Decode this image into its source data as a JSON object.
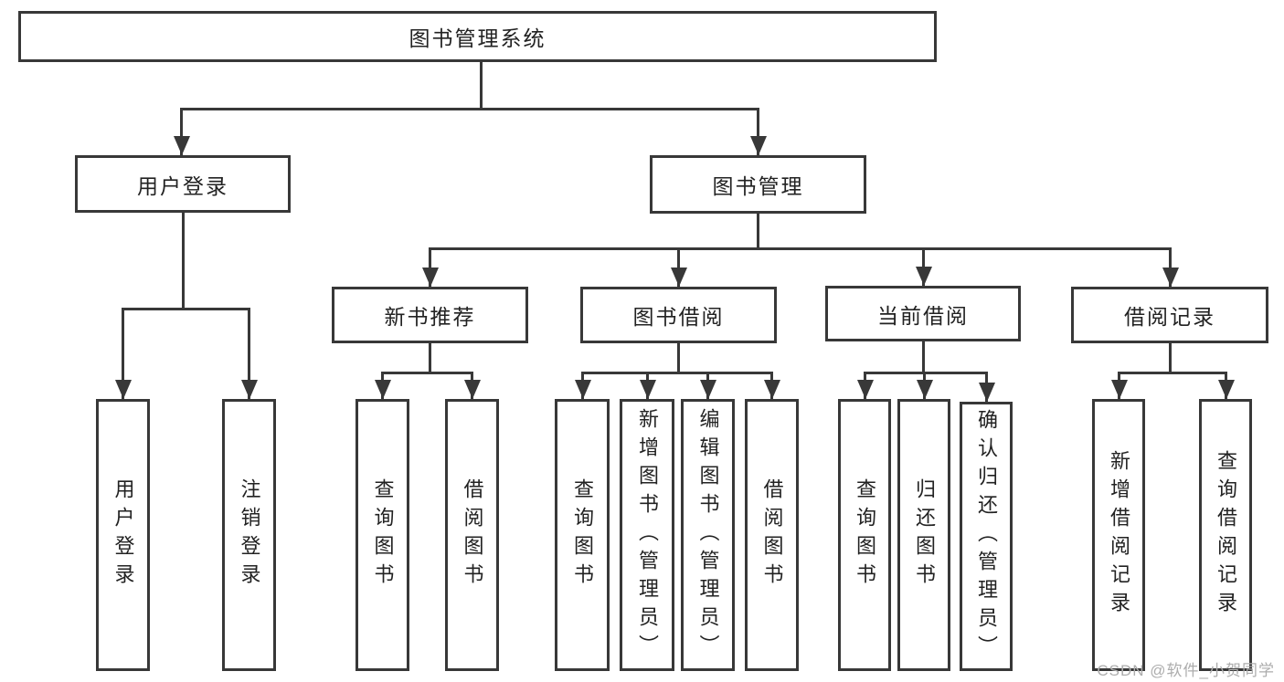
{
  "diagram": {
    "root": {
      "label": "图书管理系统"
    },
    "level2": [
      {
        "label": "用户登录"
      },
      {
        "label": "图书管理"
      }
    ],
    "level3": [
      {
        "label": "新书推荐"
      },
      {
        "label": "图书借阅"
      },
      {
        "label": "当前借阅"
      },
      {
        "label": "借阅记录"
      }
    ],
    "leaves": {
      "user_login": [
        "用户登录",
        "注销登录"
      ],
      "new_book": [
        "查询图书",
        "借阅图书"
      ],
      "book_borrow": [
        "查询图书",
        "新增图书（管理员）",
        "编辑图书（管理员）",
        "借阅图书"
      ],
      "current_borrow": [
        "查询图书",
        "归还图书",
        "确认归还（管理员）"
      ],
      "borrow_records": [
        "新增借阅记录",
        "查询借阅记录"
      ]
    }
  },
  "watermark": {
    "text": "CSDN @软件_小贺同学"
  },
  "colors": {
    "line": "#383838",
    "text": "#222222",
    "background": "#ffffff",
    "watermark": "#adadad"
  }
}
